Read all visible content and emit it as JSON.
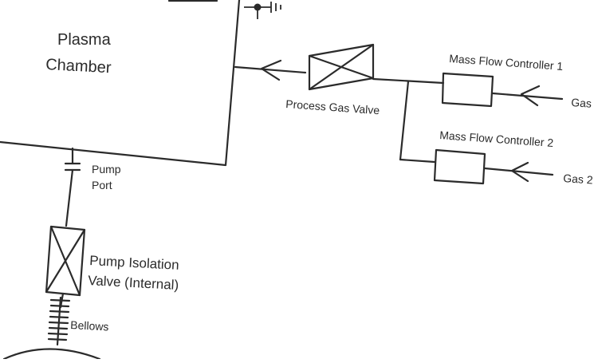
{
  "labels": {
    "chamber_line1": "Plasma",
    "chamber_line2": "Chamber",
    "process_gas_valve": "Process Gas Valve",
    "mfc1": "Mass Flow Controller 1",
    "mfc2": "Mass Flow Controller 2",
    "gas1": "Gas",
    "gas2": "Gas 2",
    "pump_port_line1": "Pump",
    "pump_port_line2": "Port",
    "pump_iso_line1": "Pump Isolation",
    "pump_iso_line2": "Valve (Internal)",
    "bellows": "Bellows"
  },
  "colors": {
    "line": "#2b2b2b",
    "background": "#ffffff"
  }
}
